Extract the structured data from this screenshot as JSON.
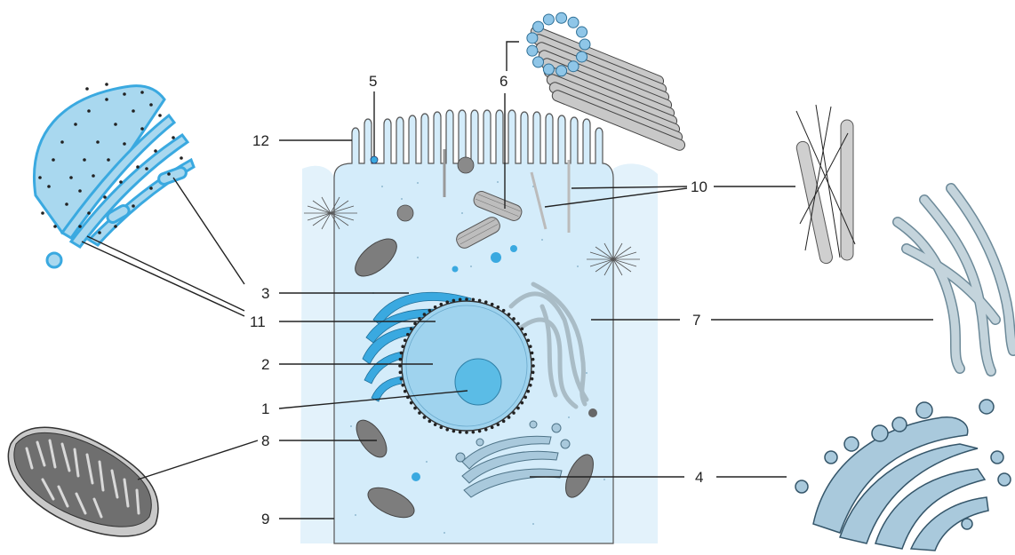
{
  "labels": {
    "l1": "1",
    "l2": "2",
    "l3": "3",
    "l4": "4",
    "l5": "5",
    "l6": "6",
    "l7": "7",
    "l8": "8",
    "l9": "9",
    "l10": "10",
    "l11": "11",
    "l12": "12"
  },
  "colors": {
    "cell_fill": "#d4ecfa",
    "nucleus": "#9fd3ee",
    "nucleolus": "#5bbce6",
    "er_blue": "#3aa9e0",
    "organelle_gray": "#8a8a8a",
    "golgi": "#a9c9dc",
    "filament": "#c4d4dc",
    "outline": "#333333"
  },
  "icons": [
    "rough-er-icon",
    "mitochondrion-icon",
    "golgi-icon",
    "microtubule-bundle-icon",
    "intermediate-filaments-icon",
    "microfilament-icon",
    "centriole-icon"
  ]
}
